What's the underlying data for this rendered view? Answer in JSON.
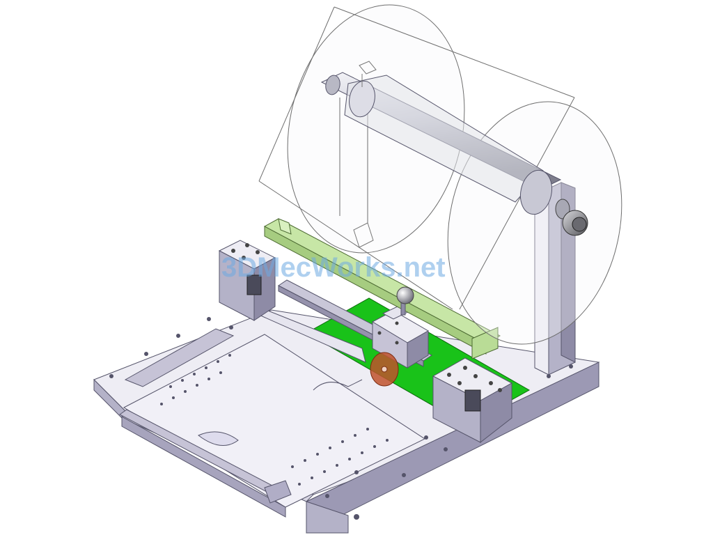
{
  "watermark": {
    "text": "3DMecWorks.net",
    "color": "#6eaae1"
  },
  "colors": {
    "background": "#ffffff",
    "plate": "#eeedf4",
    "plate_side": "#b4b2c8",
    "plate_dark": "#8e8ba6",
    "green_pad": "#19c219",
    "light_green": "#c7e6a6",
    "roll_outline": "#6e6e6e",
    "copper": "#c0522d"
  },
  "parts": [
    "base-plate",
    "sliding-tray",
    "left-block",
    "right-block",
    "guide-rail",
    "green-pad",
    "carriage",
    "cutter-blade",
    "handle-knob",
    "green-crossbar",
    "upright-post",
    "roll-shaft",
    "material-roll",
    "end-knob"
  ]
}
